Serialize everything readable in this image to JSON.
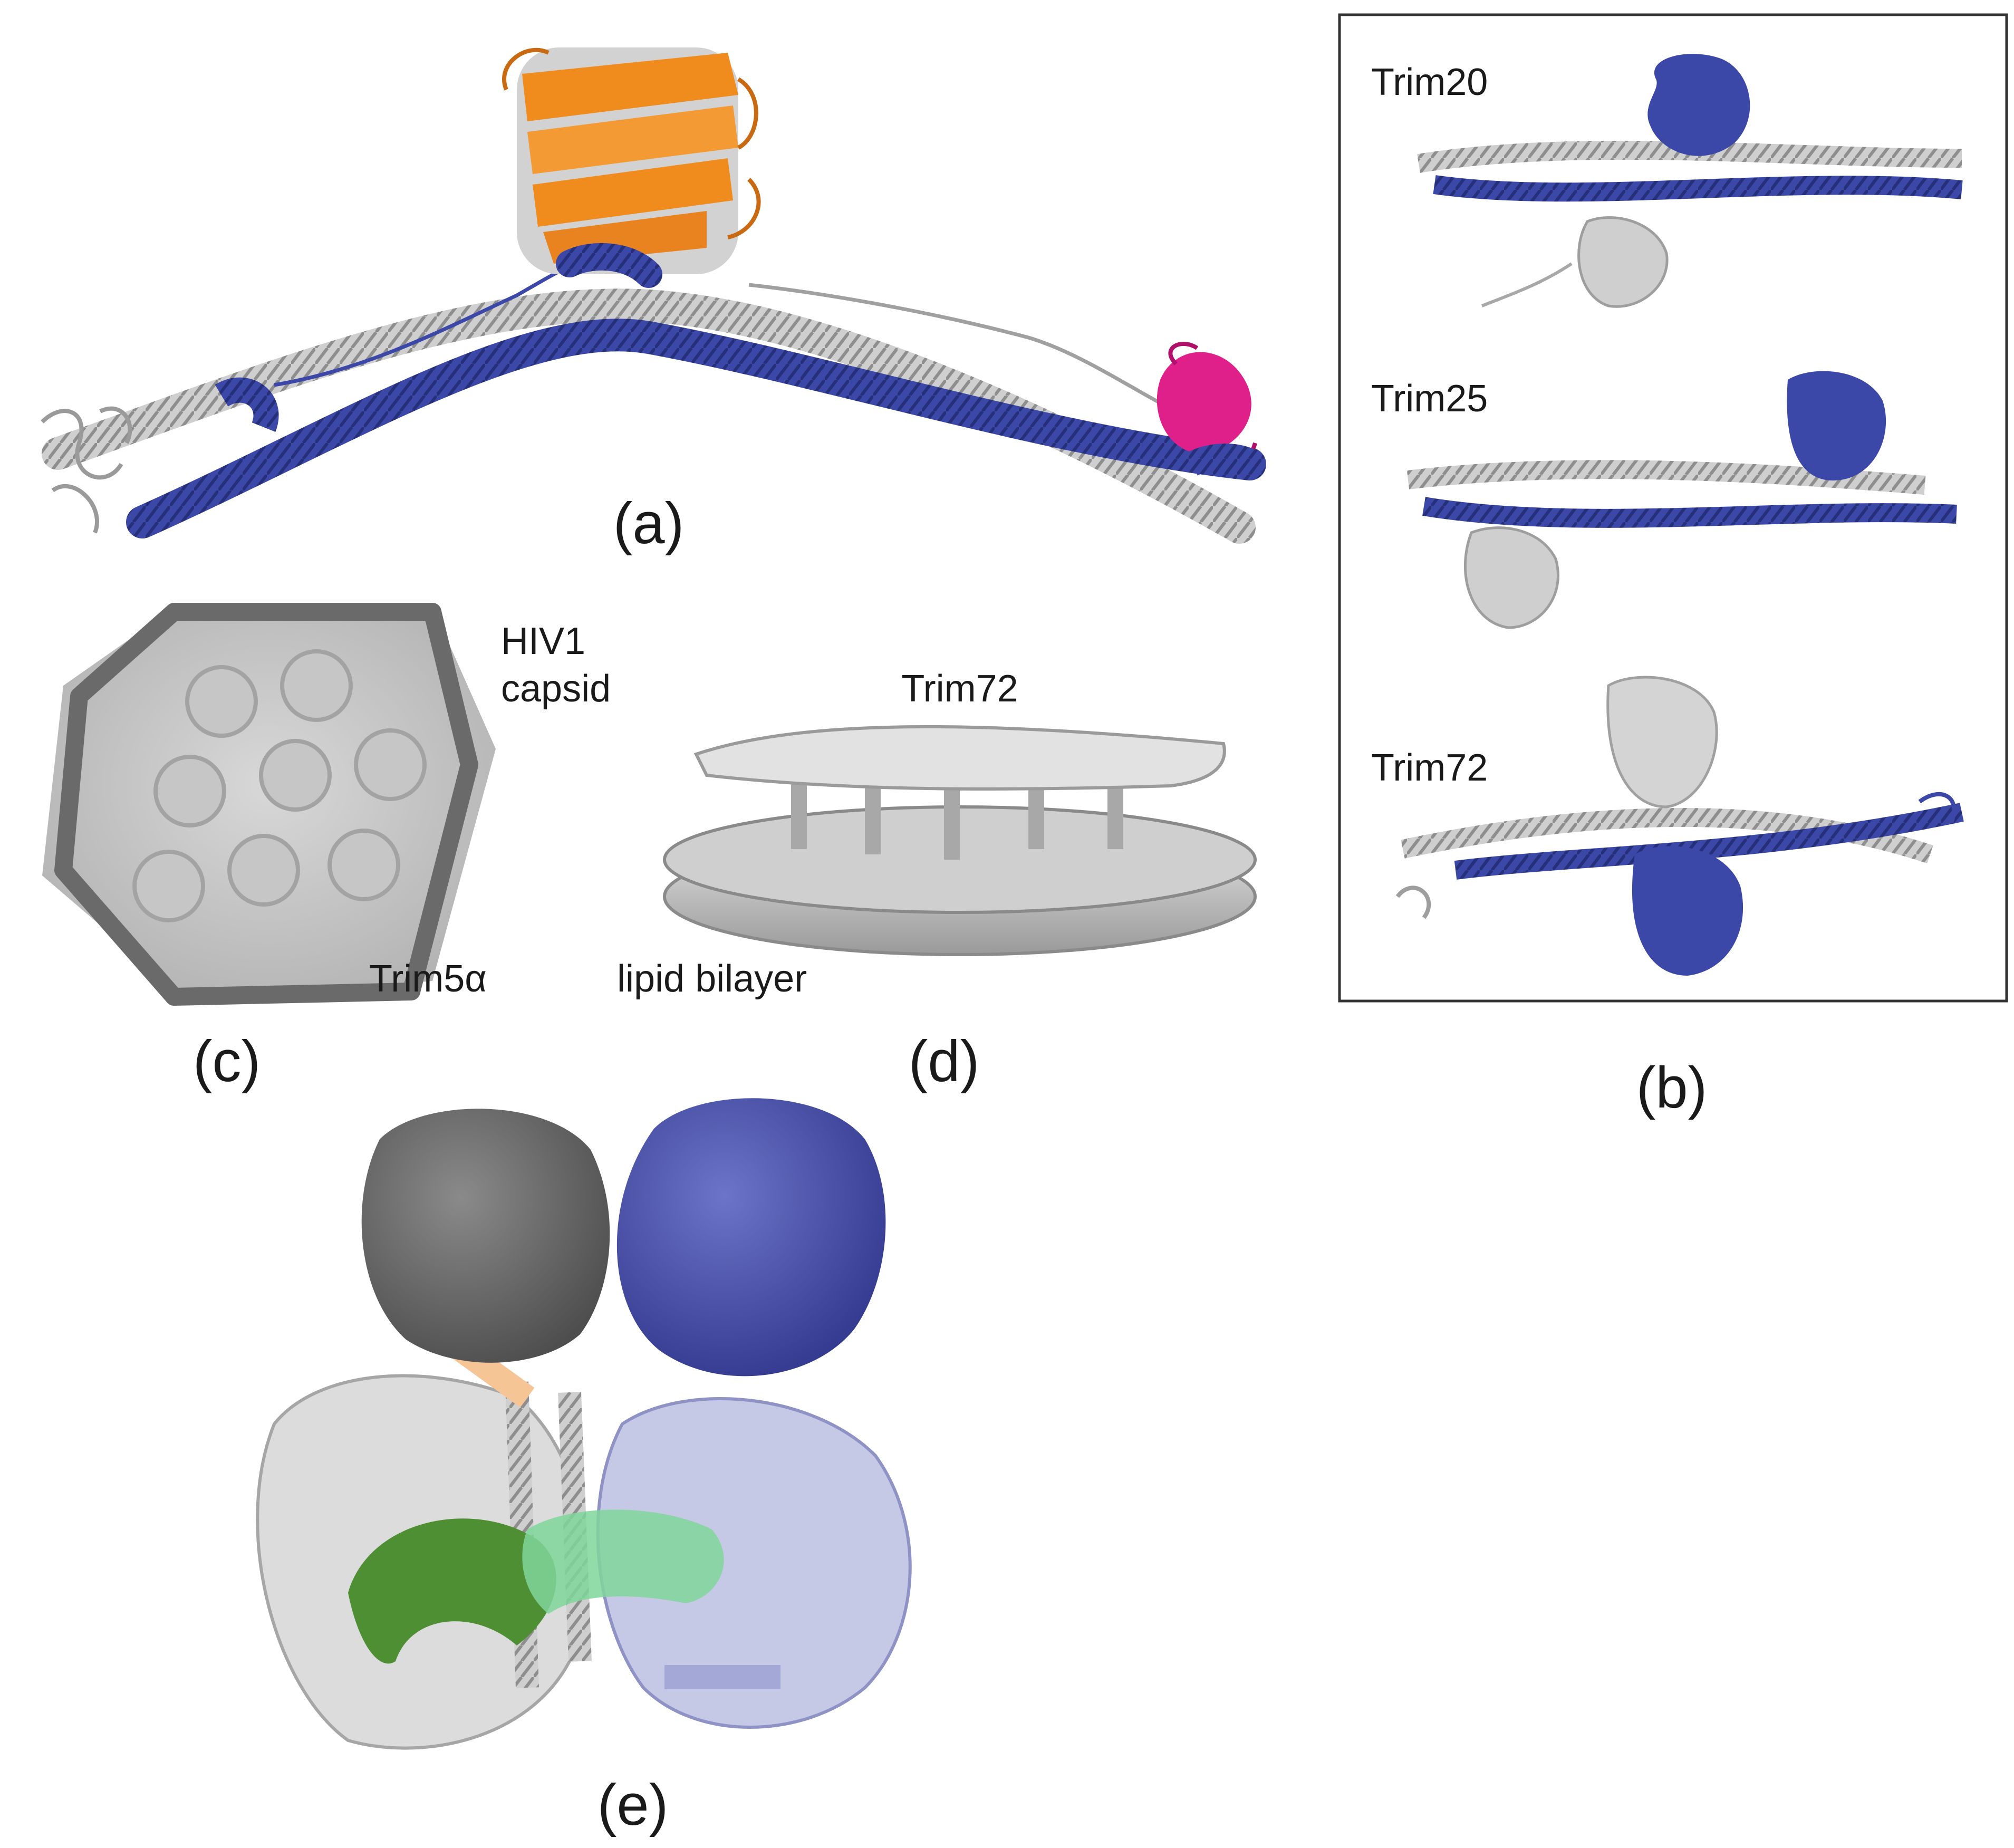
{
  "panels": {
    "a": {
      "label": "(a)"
    },
    "b": {
      "label": "(b)",
      "structures": [
        "Trim20",
        "Trim25",
        "Trim72"
      ]
    },
    "c": {
      "label": "(c)",
      "capsid_line1": "HIV1",
      "capsid_line2": "capsid",
      "trim": "Trim5α"
    },
    "d": {
      "label": "(d)",
      "trim": "Trim72",
      "bilayer": "lipid bilayer"
    },
    "e": {
      "label": "(e)"
    }
  },
  "colors": {
    "chain_blue": "#3c48a8",
    "chain_grey": "#c8c8c8",
    "orange": "#f08c1e",
    "magenta": "#e0208a",
    "dark_grey": "#6a6a6a",
    "surface_grey": "#bdbdbd",
    "lavender": "#b4b8dc",
    "green_dark": "#4f8f34",
    "green_light": "#7fd69a",
    "peach": "#f6c596"
  }
}
